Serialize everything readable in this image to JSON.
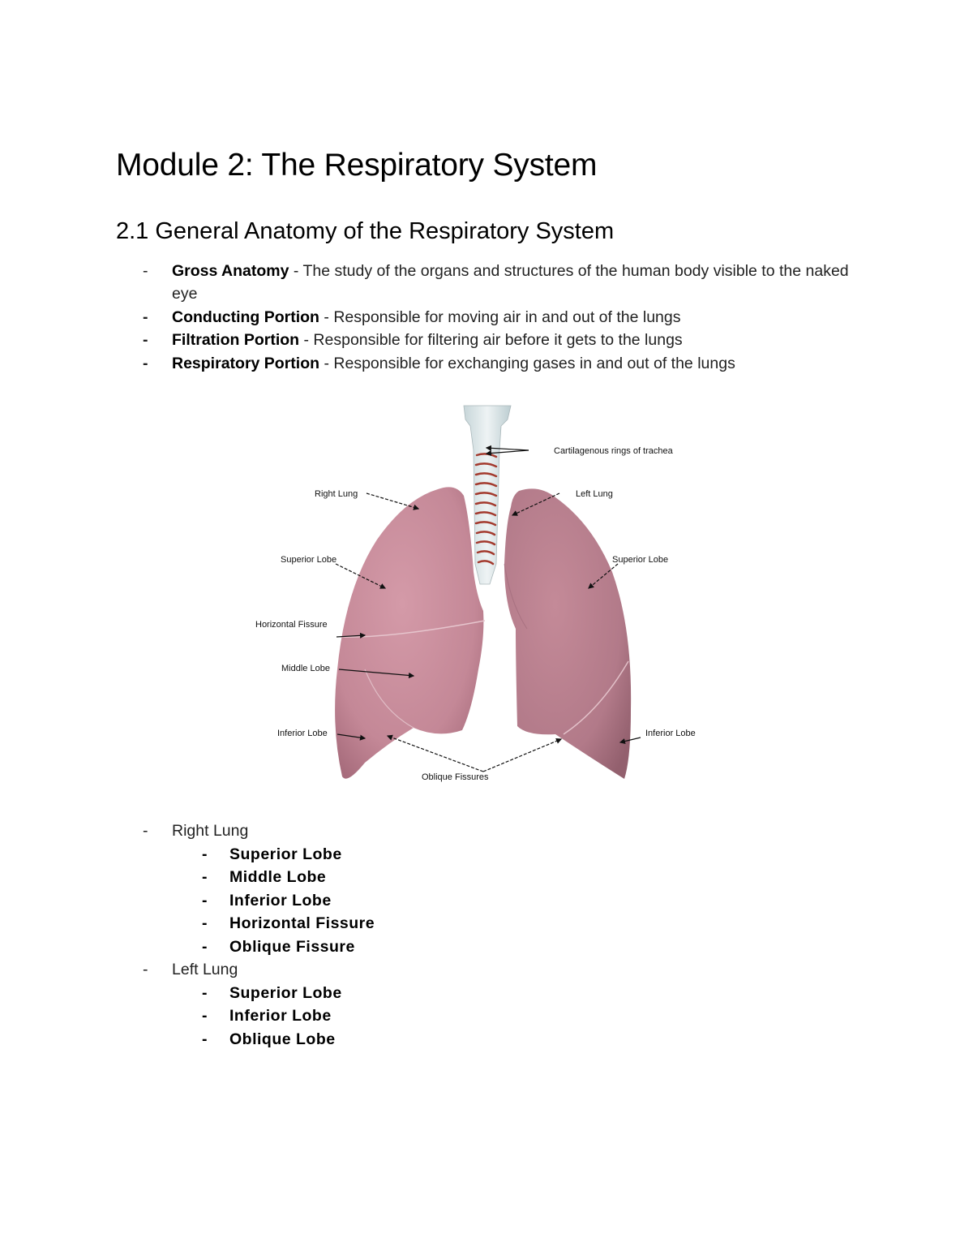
{
  "document": {
    "title": "Module 2: The Respiratory System",
    "section": {
      "heading": "2.1 General Anatomy of the Respiratory System",
      "definitions": [
        {
          "term": "Gross Anatomy",
          "separator": " - ",
          "text": "The study of the organs and structures of the human body visible to the naked eye"
        },
        {
          "term": "Conducting Portion",
          "separator": " - ",
          "text": "Responsible for moving air in and out of the lungs"
        },
        {
          "term": "Filtration Portion",
          "separator": " - ",
          "text": "Responsible for filtering air before it gets to the lungs"
        },
        {
          "term": "Respiratory Portion",
          "separator": " - ",
          "text": "Responsible for exchanging gases in and out of the lungs"
        }
      ]
    },
    "bullet": "-",
    "figure": {
      "description": "Anatomical diagram of human lungs and trachea with labels",
      "labels": {
        "trachea": "Cartilagenous rings of trachea",
        "right_lung": "Right Lung",
        "left_lung": "Left Lung",
        "right_superior": "Superior Lobe",
        "left_superior": "Superior Lobe",
        "horizontal_fissure": "Horizontal Fissure",
        "middle_lobe": "Middle Lobe",
        "right_inferior": "Inferior Lobe",
        "left_inferior": "Inferior Lobe",
        "oblique_fissures": "Oblique Fissures"
      },
      "colors": {
        "lung": "#c98d9c",
        "lung_shadow": "#a86e7e",
        "trachea": "#dfe8ea",
        "ring": "#a33a2e"
      }
    },
    "lungs": [
      {
        "name": "Right Lung",
        "parts": [
          "Superior Lobe",
          "Middle Lobe",
          "Inferior Lobe",
          "Horizontal Fissure",
          "Oblique Fissure"
        ]
      },
      {
        "name": "Left Lung",
        "parts": [
          "Superior Lobe",
          "Inferior Lobe",
          "Oblique Lobe"
        ]
      }
    ]
  }
}
